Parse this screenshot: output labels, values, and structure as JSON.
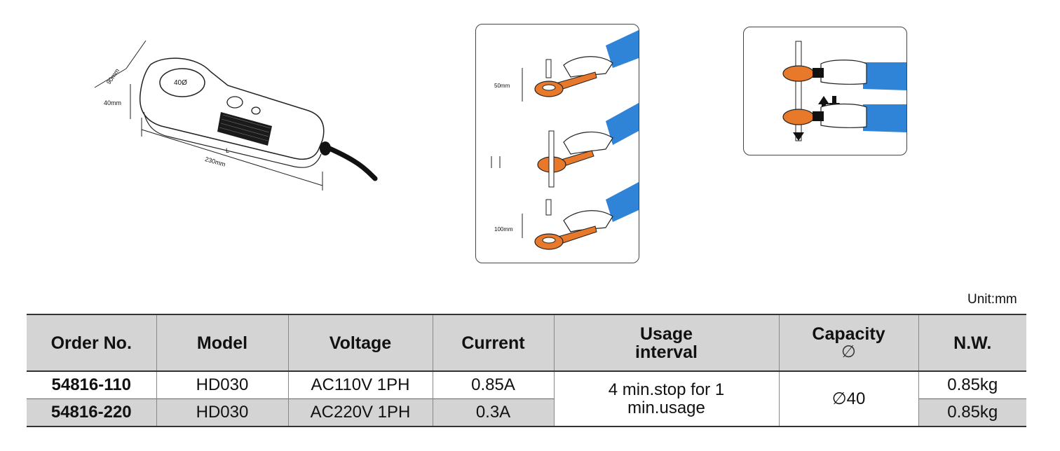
{
  "diagram": {
    "dim_diameter": "40Ø",
    "dim_depth": "90mm",
    "dim_height": "40mm",
    "dim_length_letter": "L",
    "dim_length": "230mm"
  },
  "usage_panel": {
    "step1_label": "50mm",
    "step3_label": "100mm"
  },
  "colors": {
    "accent_orange": "#e8782a",
    "sleeve_blue": "#2f84d8",
    "header_gray": "#d4d4d4"
  },
  "unit_label": "Unit:mm",
  "table": {
    "headers": {
      "order_no": "Order No.",
      "model": "Model",
      "voltage": "Voltage",
      "current": "Current",
      "usage_line1": "Usage",
      "usage_line2": "interval",
      "capacity": "Capacity",
      "capacity_symbol": "∅",
      "nw": "N.W."
    },
    "rows": [
      {
        "order_no": "54816-110",
        "model": "HD030",
        "voltage": "AC110V  1PH",
        "current": "0.85A",
        "nw": "0.85kg"
      },
      {
        "order_no": "54816-220",
        "model": "HD030",
        "voltage": "AC220V  1PH",
        "current": "0.3A",
        "nw": "0.85kg"
      }
    ],
    "usage_interval_line1": "4 min.stop for 1",
    "usage_interval_line2": "min.usage",
    "capacity_value": "∅40"
  }
}
